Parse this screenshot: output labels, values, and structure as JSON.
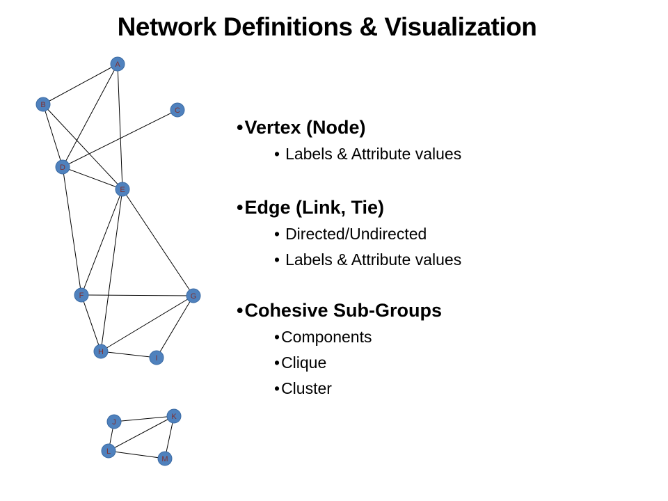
{
  "title": "Network Definitions & Visualization",
  "sections": [
    {
      "heading": "Vertex (Node)",
      "items": [
        "Labels & Attribute values"
      ]
    },
    {
      "heading": "Edge (Link, Tie)",
      "items": [
        "Directed/Undirected",
        "Labels & Attribute values"
      ]
    },
    {
      "heading": "Cohesive Sub-Groups",
      "items": [
        "Components",
        "Clique",
        "Cluster"
      ]
    }
  ],
  "graph": {
    "nodes": [
      "A",
      "B",
      "C",
      "D",
      "E",
      "F",
      "G",
      "H",
      "I",
      "J",
      "K",
      "L",
      "M"
    ],
    "edges": [
      [
        "A",
        "B"
      ],
      [
        "A",
        "D"
      ],
      [
        "A",
        "E"
      ],
      [
        "B",
        "D"
      ],
      [
        "B",
        "E"
      ],
      [
        "C",
        "D"
      ],
      [
        "D",
        "E"
      ],
      [
        "D",
        "F"
      ],
      [
        "E",
        "F"
      ],
      [
        "E",
        "G"
      ],
      [
        "E",
        "H"
      ],
      [
        "F",
        "G"
      ],
      [
        "F",
        "H"
      ],
      [
        "G",
        "H"
      ],
      [
        "G",
        "I"
      ],
      [
        "H",
        "I"
      ],
      [
        "J",
        "K"
      ],
      [
        "J",
        "L"
      ],
      [
        "K",
        "L"
      ],
      [
        "K",
        "M"
      ],
      [
        "L",
        "M"
      ]
    ],
    "node_color": "#4f81bd",
    "label_color": "#7f3030",
    "edge_color": "#000000"
  }
}
